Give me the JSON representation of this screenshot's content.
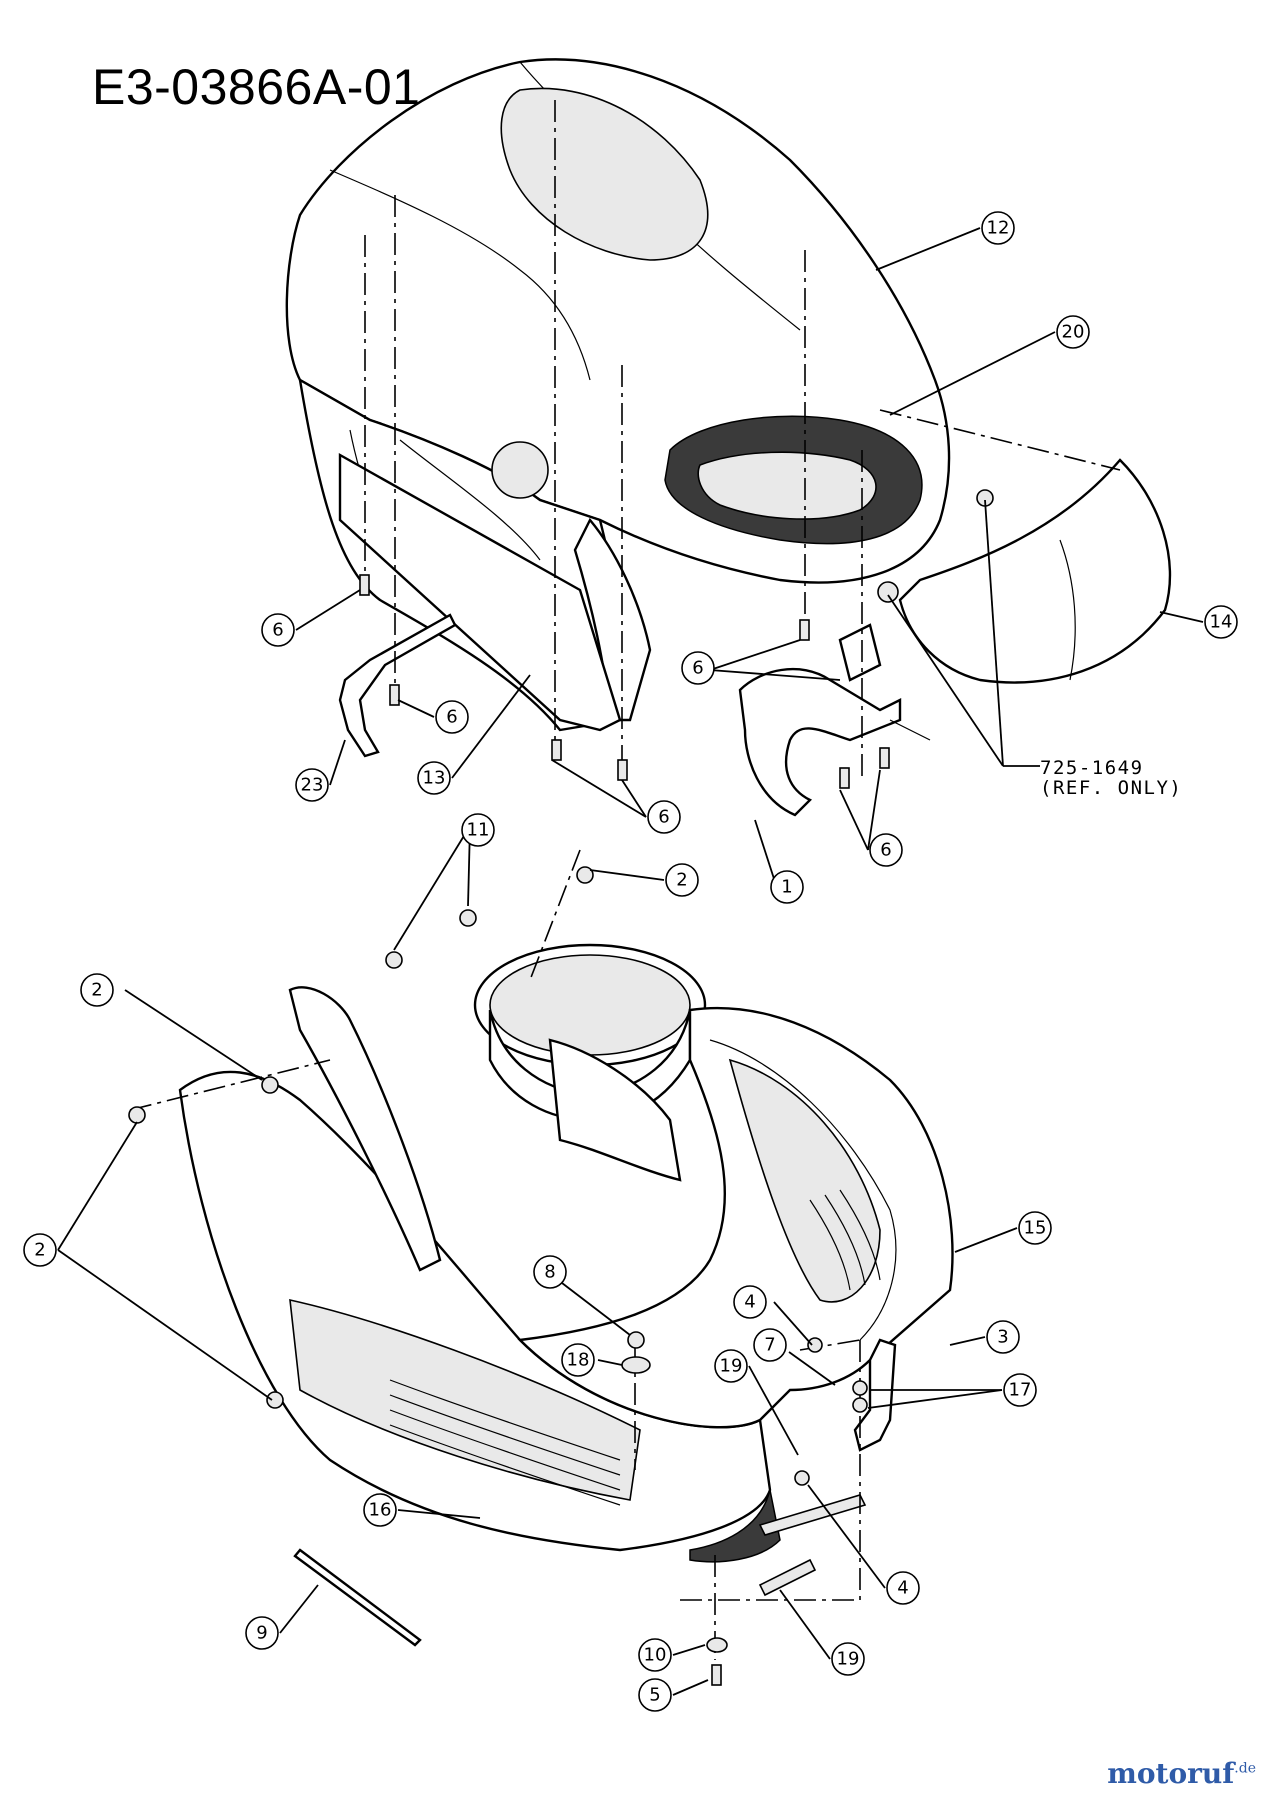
{
  "title": "E3-03866A-01",
  "ref_note": [
    "725-1649",
    "(REF. ONLY)"
  ],
  "watermark": {
    "brand": "motoruf",
    "tld": ".de",
    "color": "#2f5ba8"
  },
  "callouts": [
    {
      "id": "c12",
      "label": "12"
    },
    {
      "id": "c20",
      "label": "20"
    },
    {
      "id": "c14",
      "label": "14"
    },
    {
      "id": "c6a",
      "label": "6"
    },
    {
      "id": "c6b",
      "label": "6"
    },
    {
      "id": "c6c",
      "label": "6"
    },
    {
      "id": "c6d",
      "label": "6"
    },
    {
      "id": "c6e",
      "label": "6"
    },
    {
      "id": "c23",
      "label": "23"
    },
    {
      "id": "c13",
      "label": "13"
    },
    {
      "id": "c1",
      "label": "1"
    },
    {
      "id": "c11",
      "label": "11"
    },
    {
      "id": "c2a",
      "label": "2"
    },
    {
      "id": "c2b",
      "label": "2"
    },
    {
      "id": "c2c",
      "label": "2"
    },
    {
      "id": "c15",
      "label": "15"
    },
    {
      "id": "c8",
      "label": "8"
    },
    {
      "id": "c18",
      "label": "18"
    },
    {
      "id": "c4a",
      "label": "4"
    },
    {
      "id": "c7",
      "label": "7"
    },
    {
      "id": "c19a",
      "label": "19"
    },
    {
      "id": "c3",
      "label": "3"
    },
    {
      "id": "c17",
      "label": "17"
    },
    {
      "id": "c16",
      "label": "16"
    },
    {
      "id": "c4b",
      "label": "4"
    },
    {
      "id": "c9",
      "label": "9"
    },
    {
      "id": "c19b",
      "label": "19"
    },
    {
      "id": "c10",
      "label": "10"
    },
    {
      "id": "c5",
      "label": "5"
    }
  ]
}
